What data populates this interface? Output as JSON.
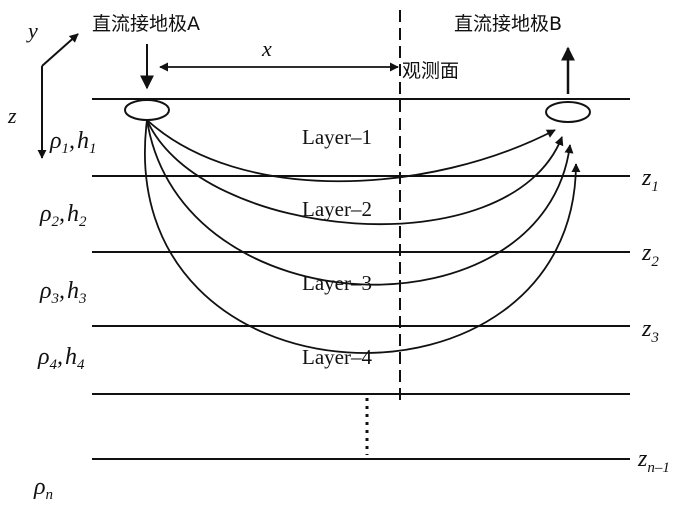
{
  "electrodes": {
    "a_label": "直流接地极A",
    "b_label": "直流接地极B"
  },
  "observation_label": "观测面",
  "axes": {
    "y": "y",
    "z": "z",
    "x": "x"
  },
  "layers": [
    {
      "label": "Layer–1",
      "rho": "ρ",
      "rho_sub": "1",
      "sep": ",",
      "h": "h",
      "h_sub": "1"
    },
    {
      "label": "Layer–2",
      "rho": "ρ",
      "rho_sub": "2",
      "sep": ",",
      "h": "h",
      "h_sub": "2"
    },
    {
      "label": "Layer–3",
      "rho": "ρ",
      "rho_sub": "3",
      "sep": ",",
      "h": "h",
      "h_sub": "3"
    },
    {
      "label": "Layer–4",
      "rho": "ρ",
      "rho_sub": "4",
      "sep": ",",
      "h": "h",
      "h_sub": "4"
    }
  ],
  "bottom_rho": {
    "rho": "ρ",
    "sub": "n"
  },
  "depths": [
    {
      "main": "z",
      "sub": "1"
    },
    {
      "main": "z",
      "sub": "2"
    },
    {
      "main": "z",
      "sub": "3"
    },
    {
      "main": "z",
      "sub": "n–1"
    }
  ],
  "colors": {
    "ink": "#111111"
  }
}
